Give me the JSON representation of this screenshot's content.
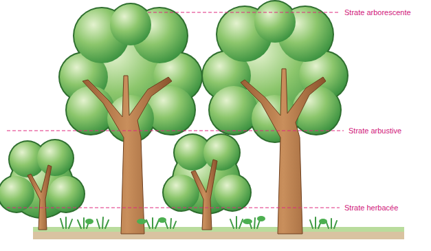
{
  "diagram": {
    "labels": [
      "Strate arborescente",
      "Strate arbustive",
      "Strate herbacée"
    ]
  }
}
